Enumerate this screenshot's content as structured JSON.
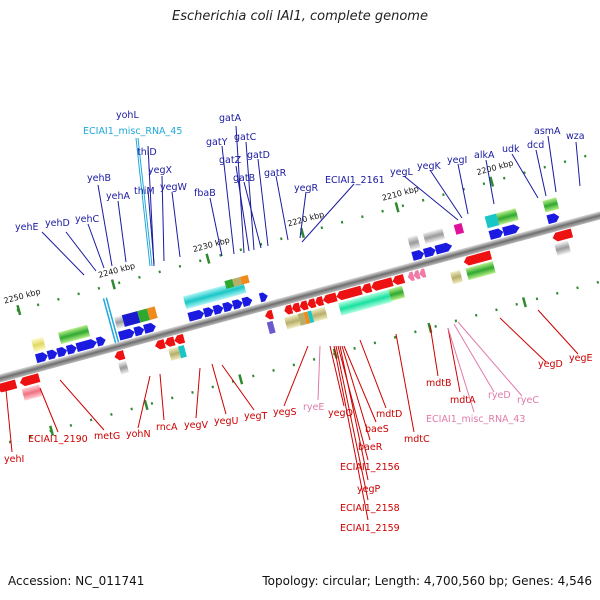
{
  "title": "Escherichia coli IAI1, complete genome",
  "footer": {
    "accession": "Accession: NC_011741",
    "summary": "Topology: circular; Length: 4,700,560 bp; Genes: 4,546"
  },
  "colors": {
    "forward_label": "#1a1aa0",
    "reverse_label": "#cc0000",
    "rna_label_fwd": "#1fa8d8",
    "rna_label_rev": "#e07aaa",
    "backbone": "#808080"
  },
  "kbp_ticks": [
    {
      "label": "2250 kbp"
    },
    {
      "label": "2240 kbp"
    },
    {
      "label": "2230 kbp"
    },
    {
      "label": "2220 kbp"
    },
    {
      "label": "2210 kbp"
    },
    {
      "label": "2200 kbp"
    }
  ],
  "top_genes": [
    "yehE",
    "yehD",
    "yehC",
    "yehB",
    "yehA",
    "yohL",
    "ECIAI1_misc_RNA_45",
    "thiD",
    "thiM",
    "yegX",
    "yegW",
    "fbaB",
    "gatY",
    "gatA",
    "gatZ",
    "gatC",
    "gatB",
    "gatD",
    "gatR",
    "yegR",
    "ECIAI1_2161",
    "yegL",
    "yegK",
    "yegI",
    "alkA",
    "udk",
    "dcd",
    "asmA",
    "wza"
  ],
  "bottom_genes": [
    "yehI",
    "ECIAI1_2190",
    "metG",
    "yohN",
    "rncA",
    "yegV",
    "yegU",
    "yegT",
    "yegS",
    "ryeE",
    "yegQ",
    "yegP",
    "baeR",
    "baeS",
    "mdtD",
    "ECIAI1_2156",
    "ECIAI1_2158",
    "ECIAI1_2159",
    "mdtC",
    "mdtB",
    "mdtA",
    "ECIAI1_misc_RNA_43",
    "ryeD",
    "ryeC",
    "yegD",
    "yegE"
  ]
}
